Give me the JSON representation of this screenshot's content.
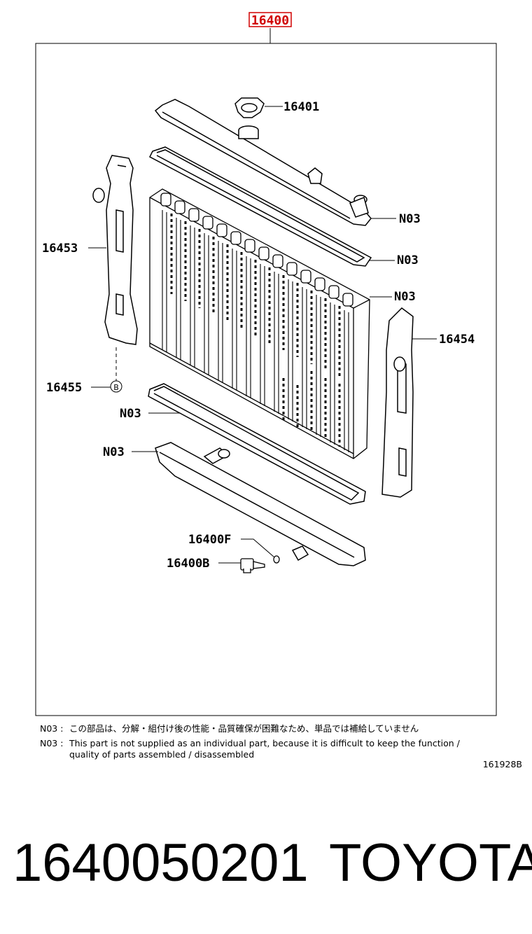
{
  "diagram": {
    "assembly_label": "16400",
    "accent_color": "#d00000",
    "callouts": {
      "cap": "16401",
      "left_support": "16453",
      "right_support": "16454",
      "bolt": "16455",
      "b_mark": "B",
      "upper_tank_n03": "N03",
      "upper_gasket_n03": "N03",
      "core_n03": "N03",
      "lower_gasket_n03": "N03",
      "lower_tank_n03": "N03",
      "drain_gasket": "16400F",
      "drain_cock": "16400B"
    }
  },
  "notes": [
    {
      "code": "N03 :",
      "text": "この部品は、分解・組付け後の性能・品質確保が困難なため、単品では補給していません"
    },
    {
      "code": "N03 :",
      "text": "This part is not supplied as an individual part, because it is difficult to keep the function /",
      "text2": "quality of parts assembled / disassembled"
    }
  ],
  "drawing_ref": "161928B",
  "caption": {
    "part_number": "1640050201",
    "brand": "TOYOTA"
  }
}
